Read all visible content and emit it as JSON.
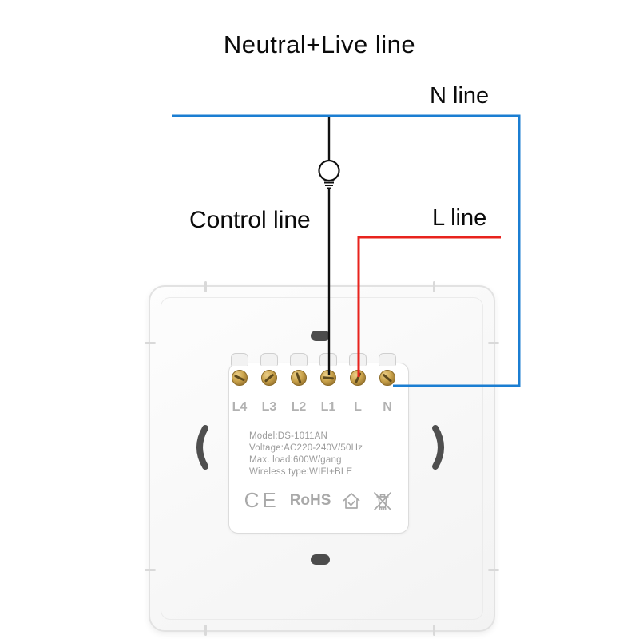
{
  "title": "Neutral+Live line",
  "diagram": {
    "n_line_label": "N line",
    "control_line_label": "Control line",
    "l_line_label": "L line"
  },
  "colors": {
    "n_line": "#1b7ed2",
    "l_line": "#e8231d",
    "control_line": "#111111",
    "terminal_screw": "#c9a24a"
  },
  "icons": {
    "lamp": "light-bulb-icon",
    "indoor": "house-icon",
    "weee": "crossed-out-bin-icon"
  },
  "switch_panel": {
    "terminals": [
      "L4",
      "L3",
      "L2",
      "L1",
      "L",
      "N"
    ],
    "specs": {
      "model": "Model:DS-1011AN",
      "voltage": "Voltage:AC220-240V/50Hz",
      "max_load": "Max. load:600W/gang",
      "wireless": "Wireless type:WIFI+BLE"
    },
    "marks": {
      "ce": "CE",
      "rohs": "RoHS"
    }
  }
}
